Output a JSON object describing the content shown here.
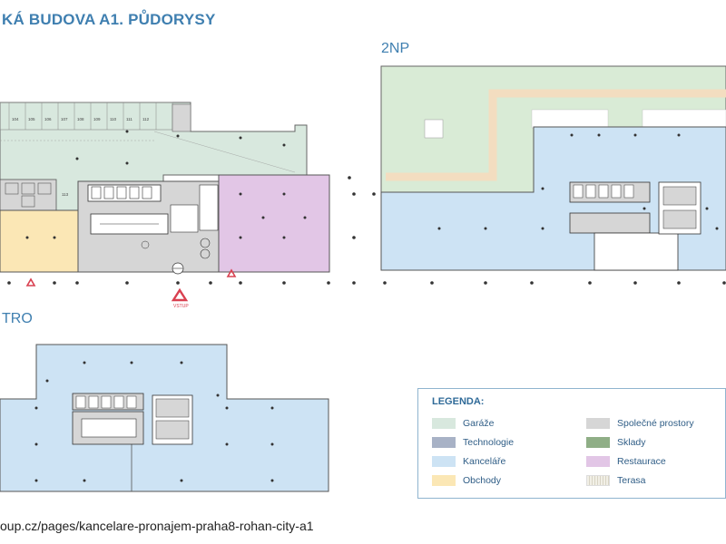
{
  "title": "KÁ BUDOVA A1. PŮDORYSY",
  "floors": {
    "second": "2NP",
    "typical": "TRO"
  },
  "entrance_label": "VSTUP",
  "room_numbers": [
    "104",
    "105",
    "106",
    "107",
    "108",
    "109",
    "110",
    "111",
    "112",
    "113"
  ],
  "legend": {
    "title": "LEGENDA:",
    "items": [
      {
        "label": "Garáže",
        "color": "#d8e8de"
      },
      {
        "label": "Technologie",
        "color": "#a8b2c6"
      },
      {
        "label": "Kanceláře",
        "color": "#cde3f4"
      },
      {
        "label": "Obchody",
        "color": "#fbe7b5"
      },
      {
        "label": "Společné prostory",
        "color": "#d6d6d6"
      },
      {
        "label": "Sklady",
        "color": "#8fae86"
      },
      {
        "label": "Restaurace",
        "color": "#e2c6e6"
      },
      {
        "label": "Terasa",
        "color": "#f1efe6"
      }
    ]
  },
  "source_url": "oup.cz/pages/kancelare-pronajem-praha8-rohan-city-a1",
  "colors": {
    "accent": "#3f7fb0",
    "garage": "#d8e8de",
    "office": "#cde3f4",
    "shop": "#fbe7b5",
    "common": "#d6d6d6",
    "restaurant": "#e2c6e6",
    "terrace": "#f3ddc0",
    "roof": "#d9ebd6",
    "entrance": "#d94050"
  }
}
